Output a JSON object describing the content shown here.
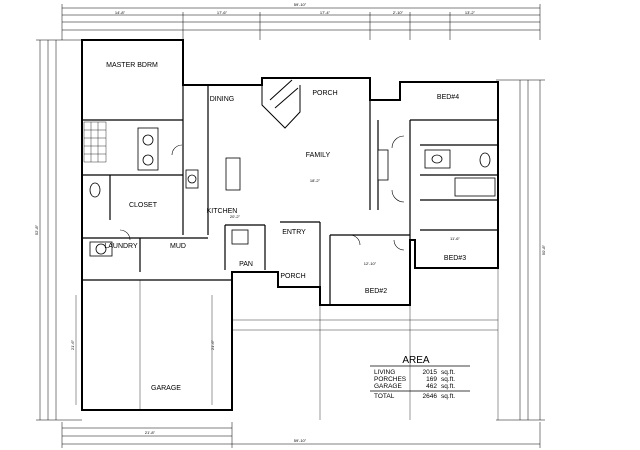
{
  "rooms": {
    "master": "MASTER BDRM",
    "dining": "DINING",
    "porch_rear": "PORCH",
    "bed4": "BED#4",
    "family": "FAMILY",
    "closet": "CLOSET",
    "kitchen": "KITCHEN",
    "entry": "ENTRY",
    "laundry": "LAUNDRY",
    "mud": "MUD",
    "pan": "PAN",
    "porch_front": "PORCH",
    "bed3": "BED#3",
    "bed2": "BED#2",
    "garage": "GARAGE"
  },
  "dims": {
    "overall_top": "59'-10\"",
    "top_14_8": "14'-8\"",
    "top_17_6": "17'-6\"",
    "top_17_4": "17'-4\"",
    "top_2_10": "2'-10\"",
    "top_13_2": "13'-2\"",
    "overall_bottom": "59'-10\"",
    "bottom_21_8": "21'-8\"",
    "left_52_8": "52'-8\"",
    "right_50_8": "50'-8\"",
    "family_ceiling": "18'-2\"",
    "kitchen_ceiling": "20'-2\"",
    "garage_left": "21'-6\"",
    "garage_right": "21'-6\"",
    "bed3_w": "11'-6\"",
    "bed2_w": "12'-10\""
  },
  "area": {
    "title": "AREA",
    "rows": [
      {
        "label": "LIVING",
        "value": "2015",
        "unit": "sq.ft."
      },
      {
        "label": "PORCHES",
        "value": "169",
        "unit": "sq.ft."
      },
      {
        "label": "GARAGE",
        "value": "462",
        "unit": "sq.ft."
      }
    ],
    "total": {
      "label": "TOTAL",
      "value": "2646",
      "unit": "sq.ft."
    }
  }
}
